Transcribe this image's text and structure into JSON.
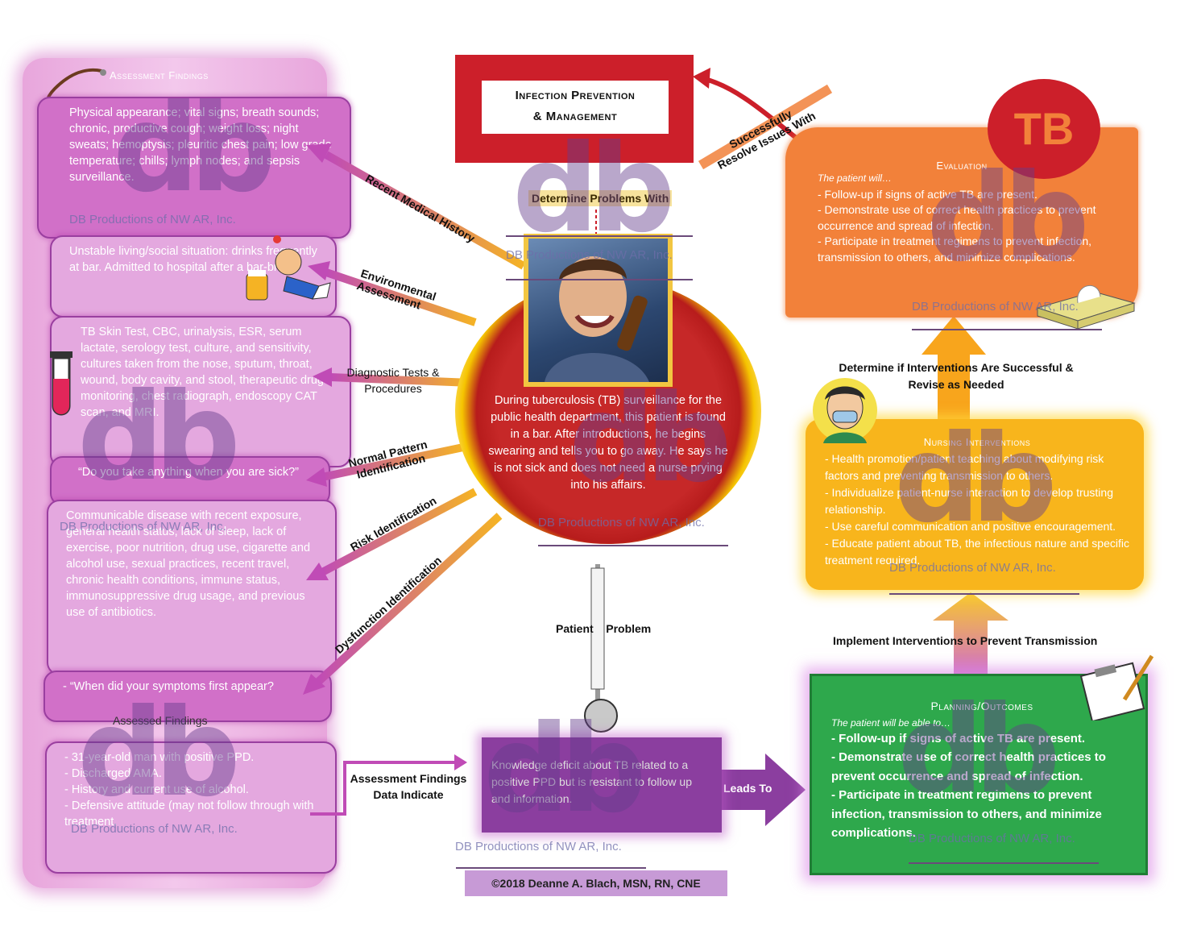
{
  "left": {
    "header": "Assessment Findings",
    "box1": "Physical appearance; vital signs; breath sounds; chronic, productive cough; weight loss; night sweats; hemoptysis; pleuritic chest pain; low grade temperature; chills; lymph nodes; and sepsis surveillance.",
    "box2": "Unstable living/social situation: drinks frequently at bar.  Admitted to hospital after a bar-brawl.",
    "box3": "TB Skin Test, CBC, urinalysis, ESR, serum lactate, serology test, culture, and sensitivity, cultures taken from the nose, sputum, throat, wound, body cavity, and stool, therapeutic drug monitoring, chest radiograph, endoscopy CAT scan, and MRI.",
    "box4": "“Do you take anything when you are sick?”",
    "box5": "Communicable disease with recent exposure, general health status, lack of sleep, lack of exercise, poor nutrition, drug use, cigarette and alcohol use, sexual practices, recent travel, chronic health conditions, immune status, immunosuppressive drug usage, and previous use of antibiotics.",
    "box6": "- “When did your symptoms first appear?",
    "assessed_header": "Assessed Findings",
    "assessed": [
      "- 31-year-old man with positive PPD.",
      "- Discharged AMA.",
      "- History and current use of alcohol.",
      "- Defensive attitude (may not follow through with treatment."
    ]
  },
  "arrows": {
    "recent": "Recent Medical History",
    "environmental": "Environmental Assessment",
    "diagnostic": "Diagnostic Tests & Procedures",
    "normal": "Normal Pattern Identification",
    "risk": "Risk Identification",
    "dysfunction": "Dysfunction Identification",
    "resolve": "Successfully Resolve Issues With",
    "determine_problems": "Determine Problems With",
    "patient_problem": "Patient    Problem",
    "assessment_indicate": "Assessment Findings Data Indicate",
    "leads_to": "Leads To",
    "implement": "Implement Interventions to Prevent Transmission",
    "determine_success": "Determine if Interventions Are Successful & Revise as Needed"
  },
  "infection": {
    "line1": "Infection Prevention",
    "line2": "& Management"
  },
  "center_text": "During tuberculosis (TB) surveillance for the public health department, this patient is found in a bar.  After introductions, he begins swearing and tells you to  go away.  He says he is not sick and does not need a nurse prying into his affairs.",
  "tb": "TB",
  "evaluation": {
    "title": "Evaluation",
    "intro": "The patient will…",
    "items": [
      "- Follow-up if signs of active TB are present.",
      "- Demonstrate use of correct health practices to prevent occurrence and spread of infection.",
      "- Participate in treatment regimens to prevent infection, transmission to others, and minimize complications."
    ]
  },
  "nursing": {
    "title": "Nursing Interventions",
    "items": [
      "- Health promotion/patient teaching about modifying risk factors and preventing transmission to others.",
      "- Individualize patient-nurse interaction to develop trusting relationship.",
      "- Use careful communication and positive encouragement.",
      "- Educate patient about TB, the infectious nature and specific treatment required."
    ]
  },
  "planning": {
    "title": "Planning/Outcomes",
    "intro": "The patient will be able to…",
    "items": [
      "- Follow-up if signs of active TB are present.",
      "- Demonstrate use of correct health practices to prevent occurrence and spread of infection.",
      "- Participate in treatment regimens to prevent infection, transmission to others, and minimize complications."
    ]
  },
  "problem_text": "Knowledge deficit about TB related to a positive PPD but is resistant to follow up and information.",
  "watermark": "DB Productions of NW AR, Inc.",
  "copyright": "©2018 Deanne A. Blach, MSN, RN, CNE",
  "colors": {
    "red": "#cc1f2a",
    "orange": "#f2813a",
    "yellow": "#f8b51c",
    "green": "#2ea84c",
    "purple": "#8b3e9f",
    "pink": "#d170c8"
  }
}
